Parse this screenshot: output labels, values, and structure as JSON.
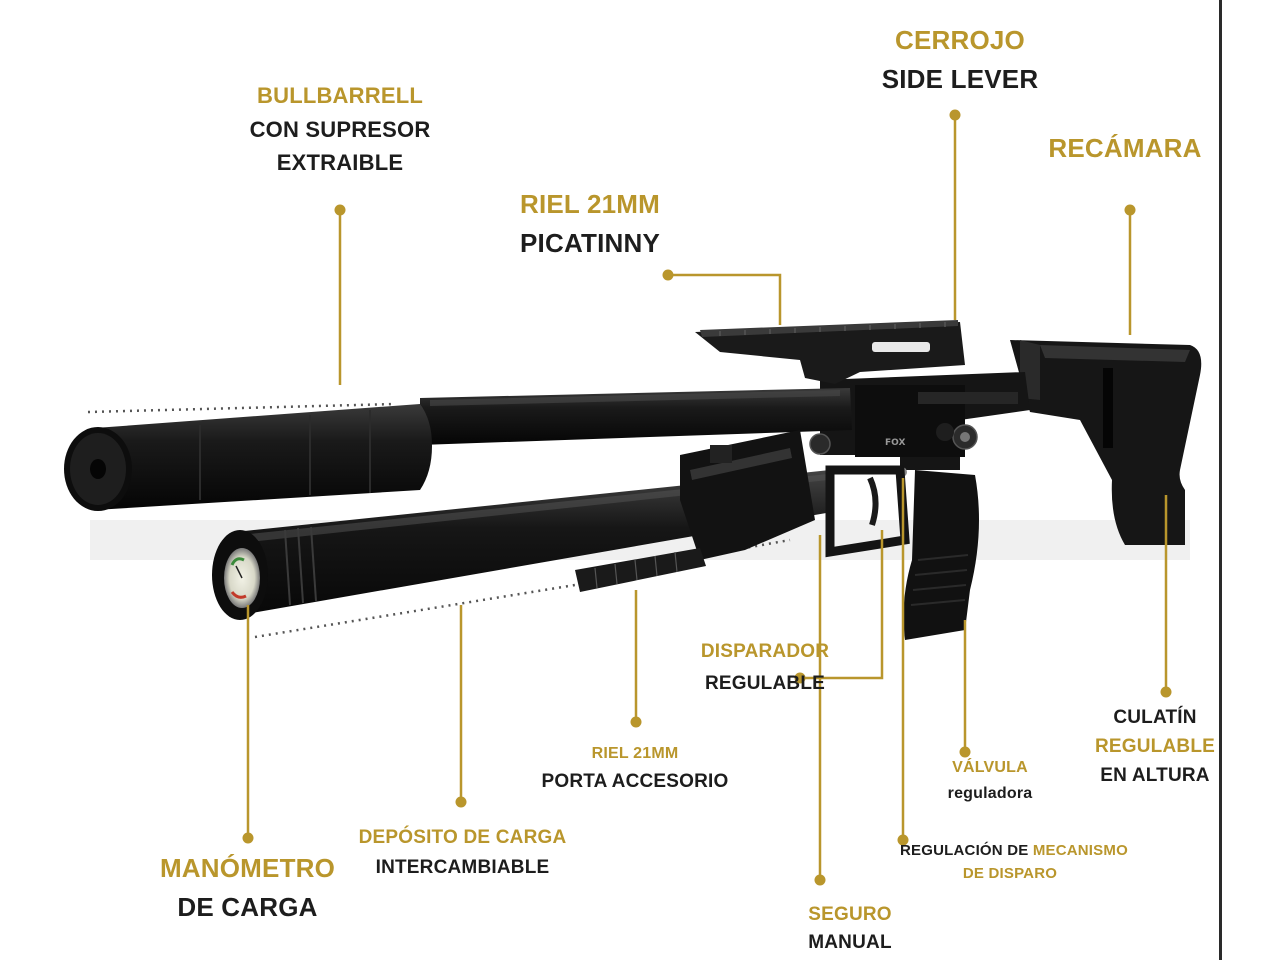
{
  "colors": {
    "accent_gold": "#b9962c",
    "text_dark": "#1d1d1d",
    "rifle_body": "#141414",
    "dotted_guides": "#555555"
  },
  "callouts": {
    "bullbarrell": {
      "title": "BULLBARRELL",
      "line1": "CON SUPRESOR",
      "line2": "EXTRAIBLE"
    },
    "riel_picatinny": {
      "title": "RIEL 21MM",
      "line1": "PICATINNY"
    },
    "cerrojo": {
      "title": "CERROJO",
      "line1": "SIDE LEVER"
    },
    "recamara": {
      "title": "RECÁMARA"
    },
    "disparador": {
      "title": "DISPARADOR",
      "line1": "REGULABLE"
    },
    "riel_accesorio": {
      "title": "RIEL 21MM",
      "line1": "PORTA ACCESORIO"
    },
    "valvula": {
      "title": "VÁLVULA",
      "line1": "reguladora"
    },
    "culatin": {
      "line1": "CULATÍN",
      "title": "REGULABLE",
      "line2": "EN ALTURA"
    },
    "regulacion": {
      "line_dark": "REGULACIÓN DE ",
      "line_gold": "MECANISMO",
      "line2": "DE DISPARO"
    },
    "deposito": {
      "title": "DEPÓSITO DE CARGA",
      "line1": "INTERCAMBIABLE"
    },
    "manometro": {
      "title": "MANÓMETRO",
      "line1": "DE CARGA"
    },
    "seguro": {
      "title": "SEGURO",
      "line1": "MANUAL"
    }
  },
  "rifle": {
    "brand_mark": "FOX"
  }
}
